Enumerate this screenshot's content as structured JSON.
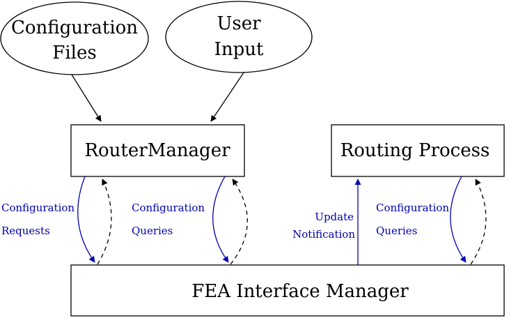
{
  "nodes": {
    "config_files": {
      "line1": "Configuration",
      "line2": "Files"
    },
    "user_input": {
      "line1": "User",
      "line2": "Input"
    },
    "router_manager": {
      "label": "RouterManager"
    },
    "routing_process": {
      "label": "Routing Process"
    },
    "fea_interface_manager": {
      "label": "FEA Interface Manager"
    }
  },
  "edge_labels": {
    "config_requests": {
      "line1": "Configuration",
      "line2": "Requests"
    },
    "config_queries_rm": {
      "line1": "Configuration",
      "line2": "Queries"
    },
    "update_notification": {
      "line1": "Update",
      "line2": "Notification"
    },
    "config_queries_rp": {
      "line1": "Configuration",
      "line2": "Queries"
    }
  },
  "colors": {
    "node_stroke": "#000000",
    "request_edge": "#0000b0",
    "response_edge": "#000000",
    "edge_label": "#0000b0"
  }
}
